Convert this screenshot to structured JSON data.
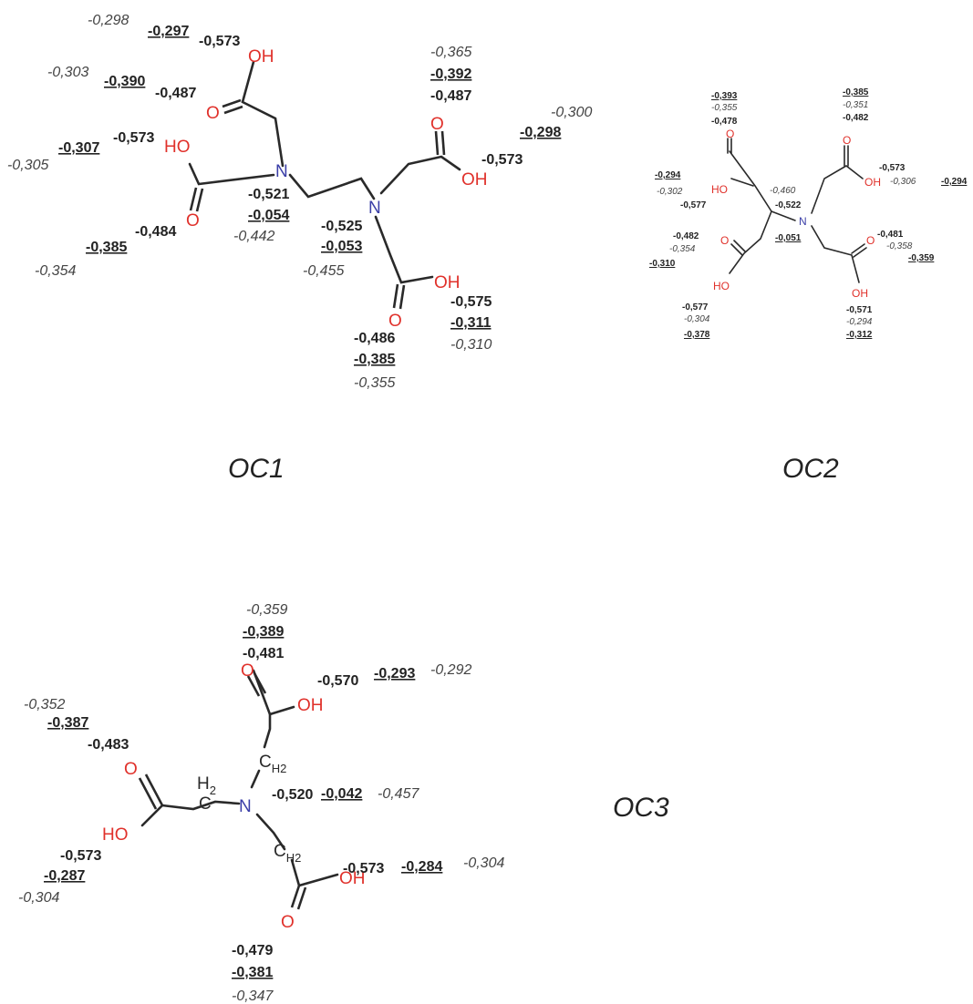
{
  "captions": {
    "oc1": "OC1",
    "oc2": "OC2",
    "oc3": "OC3"
  },
  "atoms": {
    "oxygen": "O",
    "hydroxyl": "OH",
    "hydroxyl_left": "HO",
    "nitrogen": "N",
    "carbon": "C",
    "h2": "2",
    "h": "H"
  },
  "oc1": {
    "v01": "-0,298",
    "v02": "-0,297",
    "v03": "-0,573",
    "v04": "-0,303",
    "v05": "-0,390",
    "v06": "-0,487",
    "v07": "-0,307",
    "v08": "-0,573",
    "v09": "-0,305",
    "v10": "-0,484",
    "v11": "-0,385",
    "v12": "-0,354",
    "v13": "-0,521",
    "v14": "-0,054",
    "v15": "-0,442",
    "v16": "-0,525",
    "v17": "-0,053",
    "v18": "-0,455",
    "v19": "-0,365",
    "v20": "-0,392",
    "v21": "-0,487",
    "v22": "-0,300",
    "v23": "-0,298",
    "v24": "-0,573",
    "v25": "-0,575",
    "v26": "-0,311",
    "v27": "-0,310",
    "v28": "-0,486",
    "v29": "-0,385",
    "v30": "-0,355"
  },
  "oc2": {
    "v01": "-0,393",
    "v02": "-0,355",
    "v03": "-0,478",
    "v04": "-0,385",
    "v05": "-0,351",
    "v06": "-0,482",
    "v07": "-0,294",
    "v08": "-0,302",
    "v09": "-0,577",
    "v10": "-0,460",
    "v11": "-0,522",
    "v12": "-0,573",
    "v13": "-0,306",
    "v14": "-0,294",
    "v15": "-0,482",
    "v16": "-0,354",
    "v17": "-0,310",
    "v18": "-0,051",
    "v19": "-0,481",
    "v20": "-0,358",
    "v21": "-0,359",
    "v22": "-0,577",
    "v23": "-0,304",
    "v24": "-0,378",
    "v25": "-0,571",
    "v26": "-0,294",
    "v27": "-0,312"
  },
  "oc3": {
    "v01": "-0,359",
    "v02": "-0,389",
    "v03": "-0,481",
    "v04": "-0,570",
    "v05": "-0,293",
    "v06": "-0,292",
    "v07": "-0,352",
    "v08": "-0,387",
    "v09": "-0,483",
    "v10": "-0,520",
    "v11": "-0,042",
    "v12": "-0,457",
    "v13": "-0,573",
    "v14": "-0,287",
    "v15": "-0,304",
    "v16": "-0,573",
    "v17": "-0,284",
    "v18": "-0,304",
    "v19": "-0,479",
    "v20": "-0,381",
    "v21": "-0,347"
  }
}
